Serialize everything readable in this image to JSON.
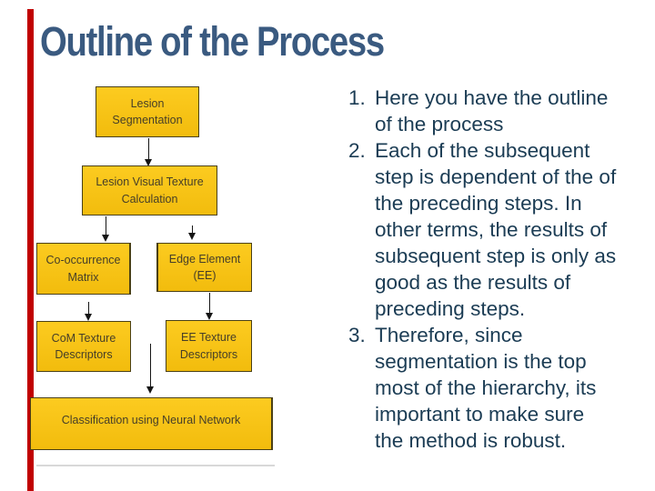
{
  "slide": {
    "title": "Outline of the Process"
  },
  "colors": {
    "background": "#FFFFFF",
    "accent_bar": "#C00000",
    "title_text": "#3A5A80",
    "box_fill": "#F7C416",
    "box_border": "#4A4015",
    "box_text": "#463E28",
    "notes_text": "#1B3C54",
    "arrow": "#151515"
  },
  "flowchart": {
    "boxes": [
      {
        "id": "lesion-segmentation",
        "label": "Lesion\nSegmentation"
      },
      {
        "id": "lesion-visual-texture-calculation",
        "label": "Lesion Visual Texture\nCalculation"
      },
      {
        "id": "co-occurrence-matrix",
        "label": "Co-occurrence\nMatrix"
      },
      {
        "id": "edge-element",
        "label": "Edge Element\n(EE)"
      },
      {
        "id": "com-texture-descriptors",
        "label": "CoM Texture\nDescriptors"
      },
      {
        "id": "ee-texture-descriptors",
        "label": "EE Texture\nDescriptors"
      },
      {
        "id": "classification",
        "label": "Classification using Neural Network"
      }
    ]
  },
  "notes": {
    "items": [
      {
        "number": "1.",
        "text": "Here you have the outline\nof the process"
      },
      {
        "number": "2.",
        "text": "Each of the subsequent\nstep is dependent of the of\nthe preceding steps. In\nother terms, the results of\nsubsequent step is only as\ngood as the results of\npreceding steps."
      },
      {
        "number": "3.",
        "text": "Therefore, since\nsegmentation is the top\nmost of the hierarchy, its\nimportant to make sure\nthe method is robust."
      }
    ]
  }
}
